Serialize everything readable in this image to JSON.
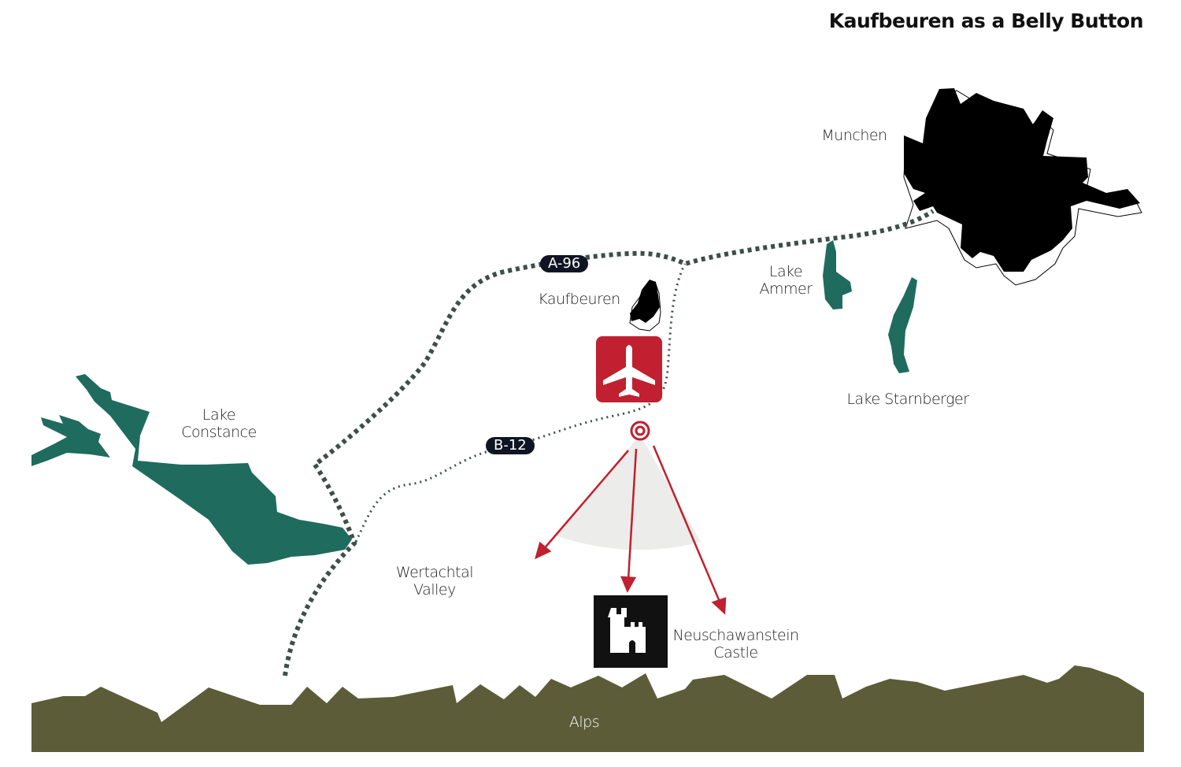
{
  "title": "Kaufbeuren as a Belly Button",
  "labels": {
    "munchen": "Munchen",
    "lake_ammer_1": "Lake",
    "lake_ammer_2": "Ammer",
    "lake_starnberger": "Lake Starnberger",
    "kaufbeuren": "Kaufbeuren",
    "lake_constance_1": "Lake",
    "lake_constance_2": "Constance",
    "wertachtal_1": "Wertachtal",
    "wertachtal_2": "Valley",
    "castle_1": "Neuschawanstein",
    "castle_2": "Castle",
    "alps": "Alps"
  },
  "roads": {
    "a96": "A-96",
    "b12": "B-12"
  },
  "icons": {
    "airport": "airplane-icon",
    "castle": "castle-icon",
    "target": "target-icon"
  },
  "colors": {
    "water": "#1f6b5e",
    "mountains": "#5c5c38",
    "road": "#3e4e48",
    "accent": "#c0202f",
    "city": "#000000"
  }
}
